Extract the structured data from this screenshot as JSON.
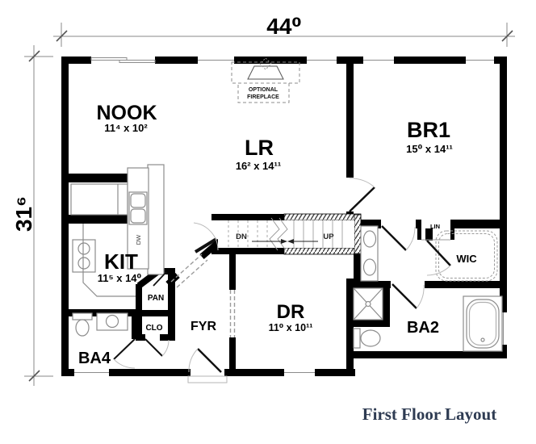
{
  "caption": "First Floor Layout",
  "dimensions": {
    "overall_width": "44⁰",
    "overall_height": "31⁶"
  },
  "rooms": {
    "nook": {
      "label": "NOOK",
      "dims": "11⁴ x 10²"
    },
    "lr": {
      "label": "LR",
      "dims": "16² x 14¹¹"
    },
    "br1": {
      "label": "BR1",
      "dims": "15⁰ x 14¹¹"
    },
    "kit": {
      "label": "KIT",
      "dims": "11⁵ x 14⁰"
    },
    "dr": {
      "label": "DR",
      "dims": "11⁰ x 10¹¹"
    },
    "fyr": {
      "label": "FYR"
    },
    "ba4": {
      "label": "BA4"
    },
    "ba2": {
      "label": "BA2"
    },
    "wic": {
      "label": "WIC"
    },
    "pan": {
      "label": "PAN"
    },
    "clo": {
      "label": "CLO"
    },
    "lin": {
      "label": "LIN"
    }
  },
  "stairs": {
    "down_label": "DN",
    "up_label": "UP"
  },
  "fireplace": {
    "line1": "OPTIONAL",
    "line2": "FIREPLACE"
  },
  "appliances": {
    "dishwasher": "DW"
  },
  "colors": {
    "wall": "#000000",
    "fixture_line": "#8c8c8c",
    "caption_text": "#2e3b52"
  }
}
